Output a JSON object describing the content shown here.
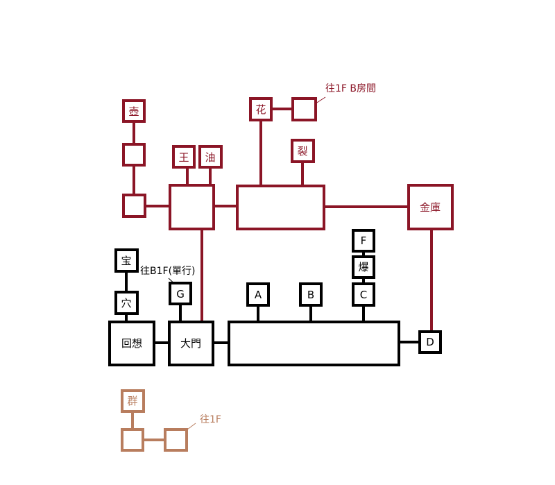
{
  "colors": {
    "upper_floor": "#8b1526",
    "ground_floor": "#000000",
    "lower_floor": "#b87d5e",
    "background": "#ffffff"
  },
  "rooms": {
    "hu": "壺",
    "wang": "王",
    "you": "油",
    "hua": "花",
    "lie": "裂",
    "jinku": "金庫",
    "bao": "宝",
    "xue": "穴",
    "g": "G",
    "a": "A",
    "b": "B",
    "c": "C",
    "f": "F",
    "bao2": "爆",
    "huixiang": "回想",
    "damen": "大門",
    "d": "D",
    "qun": "群"
  },
  "notes": {
    "to_1f_b_room": "往1F B房間",
    "to_b1f_oneway": "往B1F(單行)",
    "to_1f": "往1F"
  }
}
